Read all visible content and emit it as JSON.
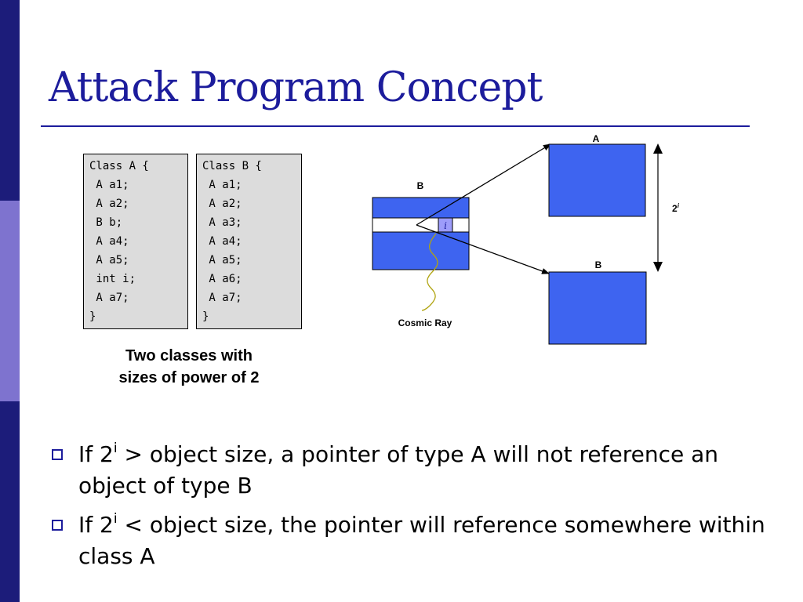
{
  "colors": {
    "title": "#1c1c9c",
    "block_fill": "#3e64f0",
    "highlight_fill": "#9d9cfa",
    "code_bg": "#dcdcdc",
    "ray": "#b0a410",
    "sidebar_top": "#1c1c7a",
    "sidebar_mid": "#7e73cf",
    "sidebar_bottom": "#1c1c7a"
  },
  "slide": {
    "title": "Attack Program Concept"
  },
  "class_a": {
    "lines": [
      "Class A {",
      " A a1;",
      " A a2;",
      " B b;",
      " A a4;",
      " A a5;",
      " int i;",
      " A a7;",
      "}"
    ]
  },
  "class_b": {
    "lines": [
      "Class B {",
      " A a1;",
      " A a2;",
      " A a3;",
      " A a4;",
      " A a5;",
      " A a6;",
      " A a7;",
      "}"
    ]
  },
  "caption": {
    "line1": "Two classes with",
    "line2": "sizes of power of 2"
  },
  "diagram": {
    "label_b_left": "B",
    "label_i": "i",
    "label_a_top": "A",
    "label_b_right": "B",
    "label_two": "2",
    "label_exp": "i",
    "label_cosmic_ray": "Cosmic Ray"
  },
  "bullets": [
    {
      "prefix": "If 2",
      "sup": "i",
      "suffix": " > object size, a pointer of type A will not reference an object of type B"
    },
    {
      "prefix": "If 2",
      "sup": "i",
      "suffix": " < object size, the pointer will reference somewhere within class A"
    }
  ]
}
